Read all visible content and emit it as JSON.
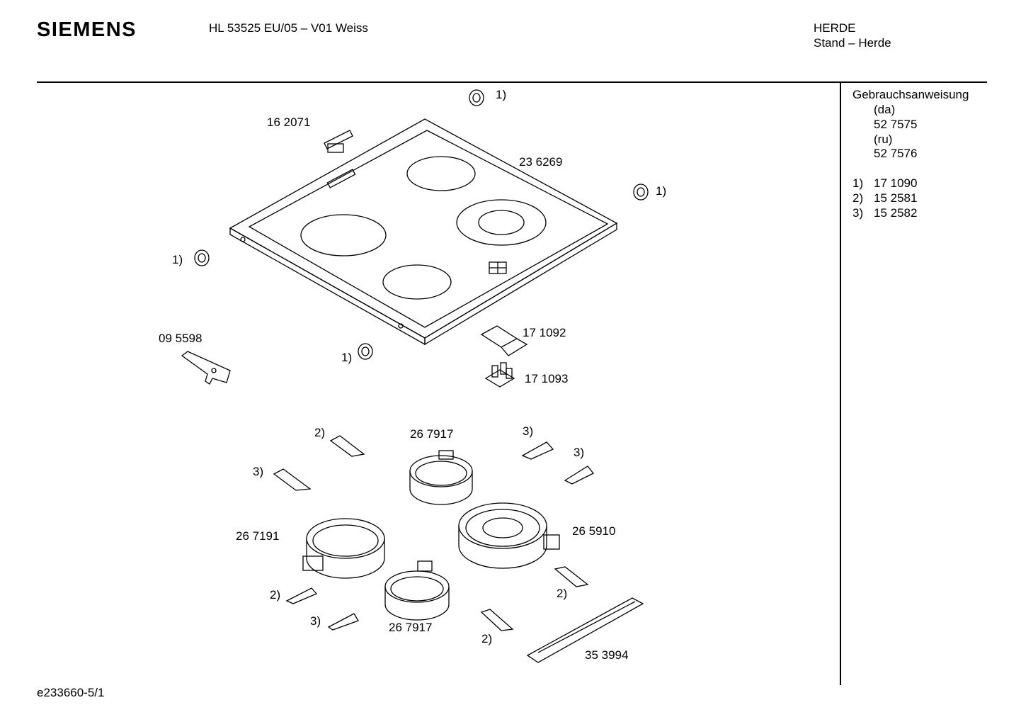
{
  "header": {
    "brand": "SIEMENS",
    "model": "HL 53525 EU/05 – V01 Weiss",
    "category_line1": "HERDE",
    "category_line2": "Stand – Herde"
  },
  "sidebar": {
    "manual_title": "Gebrauchsanweisung",
    "manuals": [
      {
        "lang": "(da)",
        "number": "52 7575"
      },
      {
        "lang": "(ru)",
        "number": "52 7576"
      }
    ],
    "footnotes": [
      {
        "marker": "1)",
        "number": "17 1090"
      },
      {
        "marker": "2)",
        "number": "15 2581"
      },
      {
        "marker": "3)",
        "number": "15 2582"
      }
    ]
  },
  "parts": {
    "control_panel_trim": "16 2071",
    "ceramic_hob": "23 6269",
    "knob_ref": "1)",
    "clip_095598": "09 5598",
    "bracket_171092": "17 1092",
    "terminal_block": "17 1093",
    "radiant_heater_rear_left": "26 7917",
    "radiant_heater_front_left": "26 7191",
    "radiant_heater_dual": "26 5910",
    "radiant_heater_small": "26 7917",
    "mounting_rail": "35 3994",
    "clip_ref2": "2)",
    "clip_ref3": "3)"
  },
  "footer": {
    "code": "e233660-5/1"
  }
}
